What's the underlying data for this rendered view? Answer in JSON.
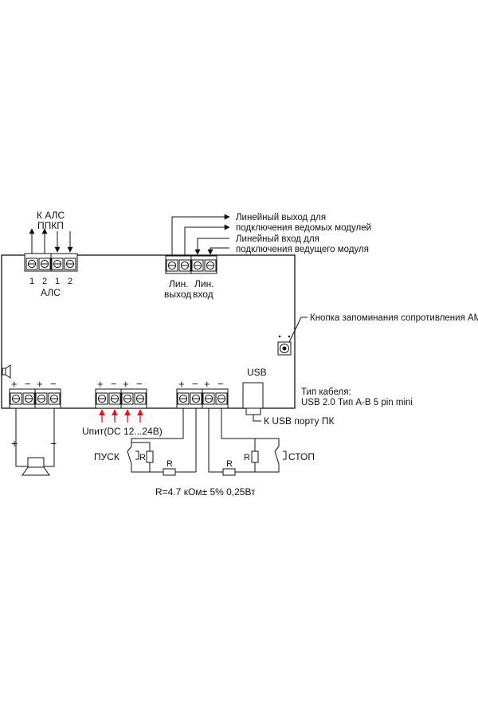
{
  "labels": {
    "k_als": "К АЛС",
    "ppkp": "ППКП",
    "als_n1": "1",
    "als_n2": "2",
    "als_n3": "1",
    "als_n4": "2",
    "als": "АЛС",
    "line_out_1": "Линейный выход для",
    "line_out_2": "подключения ведомых модулей",
    "line_in_1": "Линейный вход для",
    "line_in_2": "подключения ведущего модуля",
    "lin_1": "Лин.",
    "lin_2": "Лин.",
    "vyhod": "выход",
    "vhod": "вход",
    "button_label": "Кнопка запоминания сопротивления АМ",
    "usb": "USB",
    "cable_1": "Тип кабеля:",
    "cable_2": "USB 2.0 Тип A-B 5 pin mini",
    "usb_pc": "К USB порту ПК",
    "power": "Uпит(DC 12...24В)",
    "pusk": "ПУСК",
    "stop": "СТОП",
    "r1": "R",
    "r2": "R",
    "r3": "R",
    "r4": "R",
    "resistor_note": "R=4.7 кОм± 5% 0,25Вт",
    "plus_1": "+",
    "minus_1": "−",
    "plus_2": "+",
    "minus_2": "−",
    "plus_3": "+",
    "minus_3": "−",
    "plus_4": "+",
    "minus_4": "−",
    "plus_5": "+",
    "minus_5": "−",
    "plus_6": "+",
    "minus_6": "−",
    "spk_plus": "+",
    "spk_minus": "−"
  },
  "colors": {
    "line": "#111111",
    "arrow_red": "#e0141e"
  },
  "icons": [
    "speaker-icon",
    "terminal-screw-icon",
    "button-icon",
    "usb-port-icon",
    "resistor-icon",
    "switch-icon"
  ]
}
